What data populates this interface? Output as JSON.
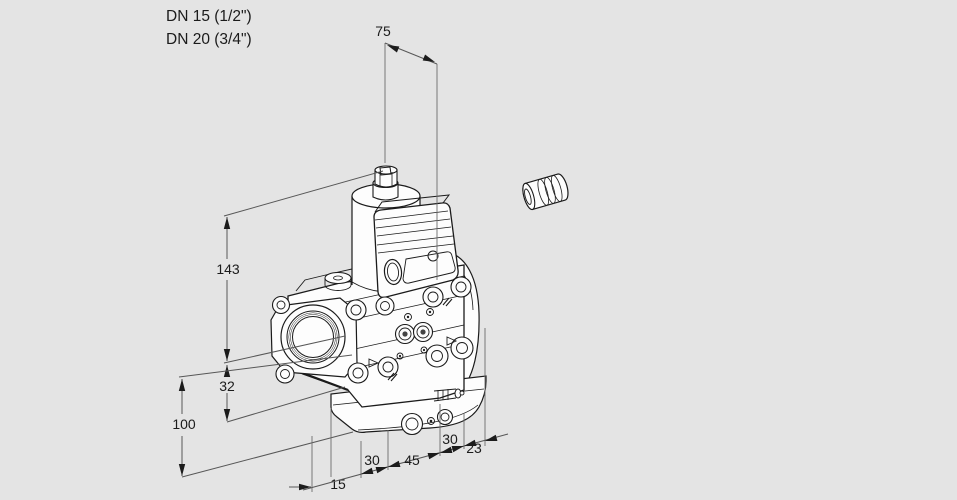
{
  "header": {
    "line1": "DN 15 (1/2\")",
    "line2": "DN 20 (3/4\")"
  },
  "dimensions": {
    "top_width": {
      "value": "75"
    },
    "actuator_height": {
      "value": "143"
    },
    "center_offset": {
      "value": "32"
    },
    "body_height": {
      "value": "100"
    },
    "tap_offset": {
      "value": "15"
    },
    "port_spacing_a": {
      "value": "30"
    },
    "port_spacing_b": {
      "value": "45"
    },
    "flange_width": {
      "value": "30"
    },
    "edge_offset": {
      "value": "23"
    }
  },
  "colors": {
    "background": "#e4e4e4",
    "part_line": "#1b1b1b",
    "part_fill": "#fdfdfd",
    "dimension_line": "#575757",
    "text": "#1b1b1b"
  }
}
